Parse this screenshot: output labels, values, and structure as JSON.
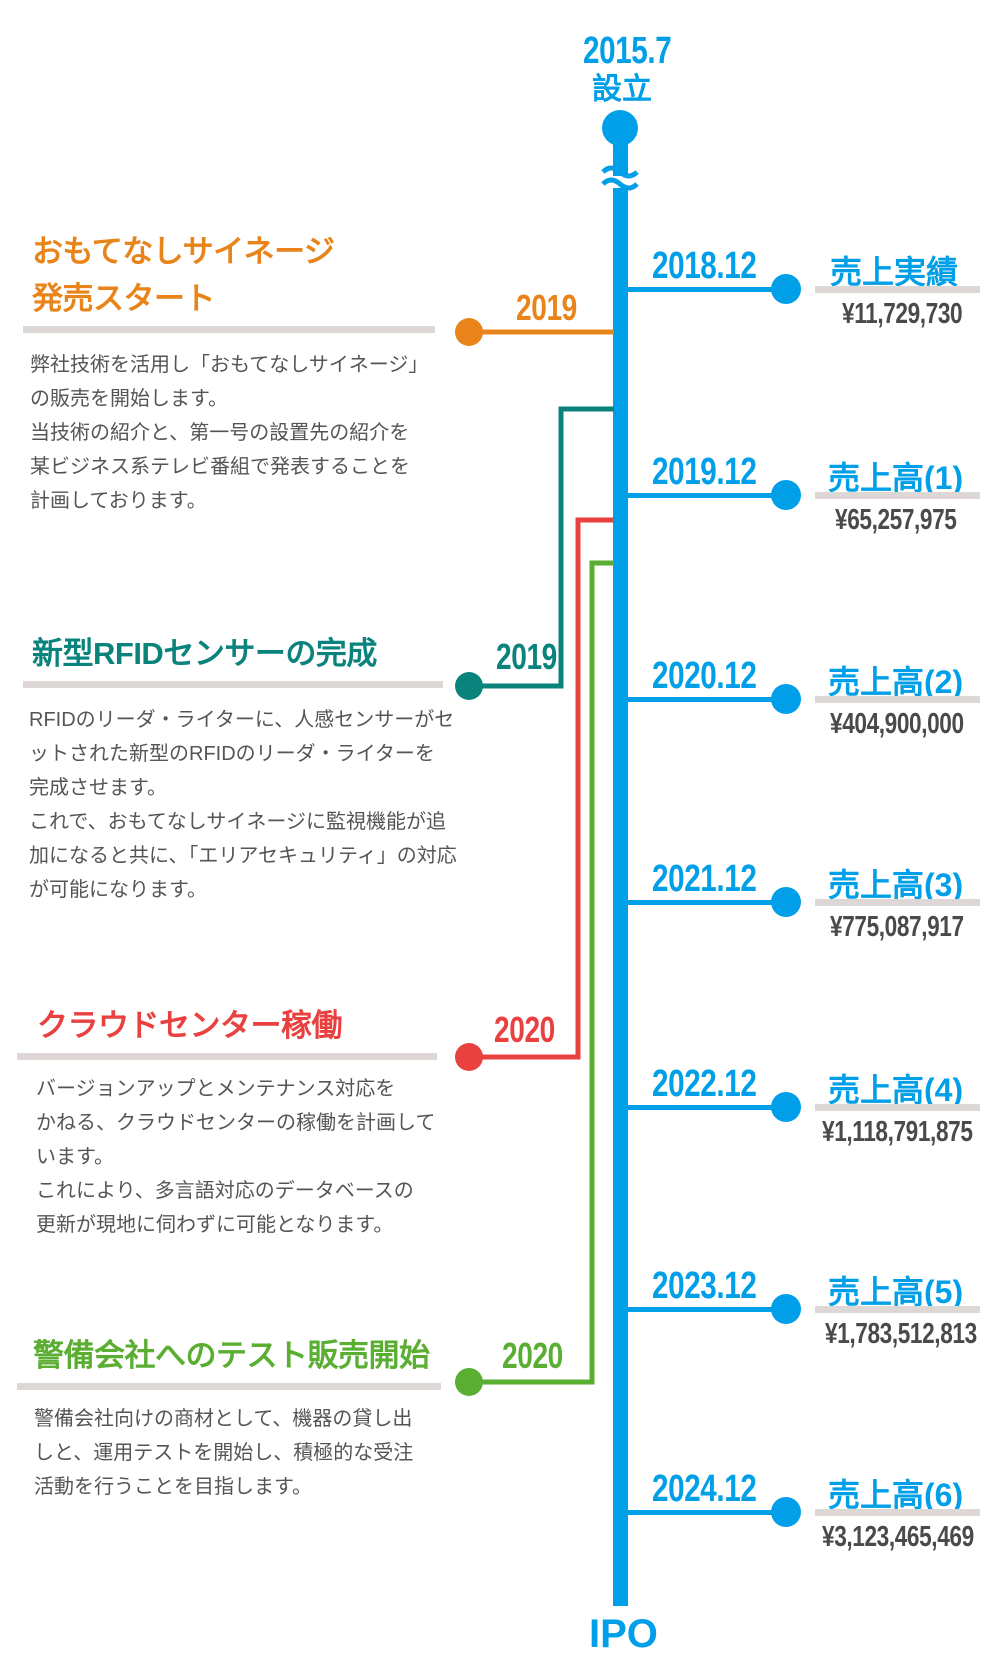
{
  "colors": {
    "blue": "#009FE8",
    "orange": "#E8841A",
    "teal": "#0A837C",
    "red": "#E94040",
    "green": "#5AAE32",
    "rule": "#DDD8D5",
    "text": "#555555"
  },
  "start": {
    "date": "2015.7",
    "label": "設立"
  },
  "end": {
    "label": "IPO"
  },
  "milestones": [
    {
      "date": "2018.12",
      "title": "売上実績",
      "amount": "¥11,729,730"
    },
    {
      "date": "2019.12",
      "title": "売上高(1)",
      "amount": "¥65,257,975"
    },
    {
      "date": "2020.12",
      "title": "売上高(2)",
      "amount": "¥404,900,000"
    },
    {
      "date": "2021.12",
      "title": "売上高(3)",
      "amount": "¥775,087,917"
    },
    {
      "date": "2022.12",
      "title": "売上高(4)",
      "amount": "¥1,118,791,875"
    },
    {
      "date": "2023.12",
      "title": "売上高(5)",
      "amount": "¥1,783,512,813"
    },
    {
      "date": "2024.12",
      "title": "売上高(6)",
      "amount": "¥3,123,465,469"
    }
  ],
  "events": [
    {
      "year": "2019",
      "title_lines": [
        "おもてなしサイネージ",
        "発売スタート"
      ],
      "body": [
        "弊社技術を活用し「おもてなしサイネージ」",
        "の販売を開始します。",
        "当技術の紹介と、第一号の設置先の紹介を",
        "某ビジネス系テレビ番組で発表することを",
        "計画しております。"
      ]
    },
    {
      "year": "2019",
      "title_lines": [
        "新型RFIDセンサーの完成"
      ],
      "body": [
        "RFIDのリーダ・ライターに、人感センサーがセ",
        "ットされた新型のRFIDのリーダ・ライターを",
        "完成させます。",
        "これで、おもてなしサイネージに監視機能が追",
        "加になると共に、「エリアセキュリティ」の対応",
        "が可能になります。"
      ]
    },
    {
      "year": "2020",
      "title_lines": [
        "クラウドセンター稼働"
      ],
      "body": [
        "バージョンアップとメンテナンス対応を",
        "かねる、クラウドセンターの稼働を計画して",
        "います。",
        "これにより、多言語対応のデータベースの",
        "更新が現地に伺わずに可能となります。"
      ]
    },
    {
      "year": "2020",
      "title_lines": [
        "警備会社へのテスト販売開始"
      ],
      "body": [
        "警備会社向けの商材として、機器の貸し出",
        "しと、運用テストを開始し、積極的な受注",
        "活動を行うことを目指します。"
      ]
    }
  ]
}
